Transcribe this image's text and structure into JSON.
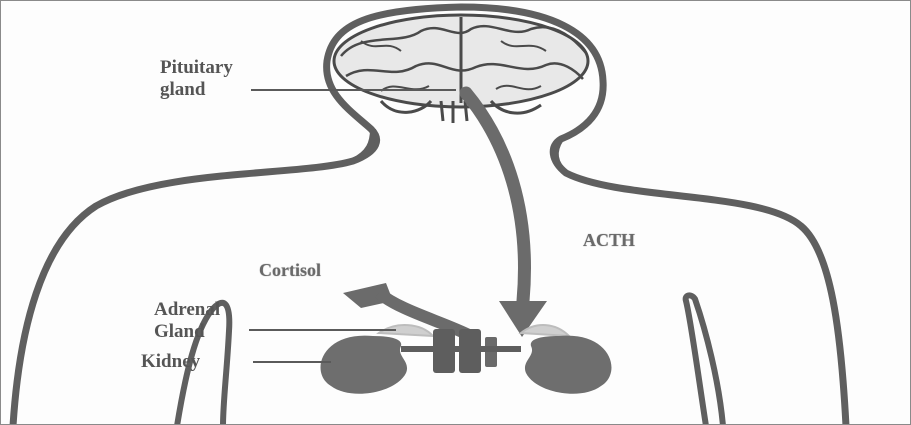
{
  "diagram": {
    "labels": {
      "pituitary_line1": "Pituitary",
      "pituitary_line2": "gland",
      "acth": "ACTH",
      "cortisol": "Cortisol",
      "adrenal_line1": "Adrenal",
      "adrenal_line2": "Gland",
      "kidney": "Kidney"
    },
    "colors": {
      "outline": "#5f5f5f",
      "organ": "#6e6e6e",
      "arrow": "#6b6b6b",
      "adrenal": "#cfcfcf",
      "text": "#555555"
    },
    "icons": {
      "brain": "brain-icon",
      "arrow": "down-arrow-icon",
      "kidney": "kidney-icon"
    }
  }
}
